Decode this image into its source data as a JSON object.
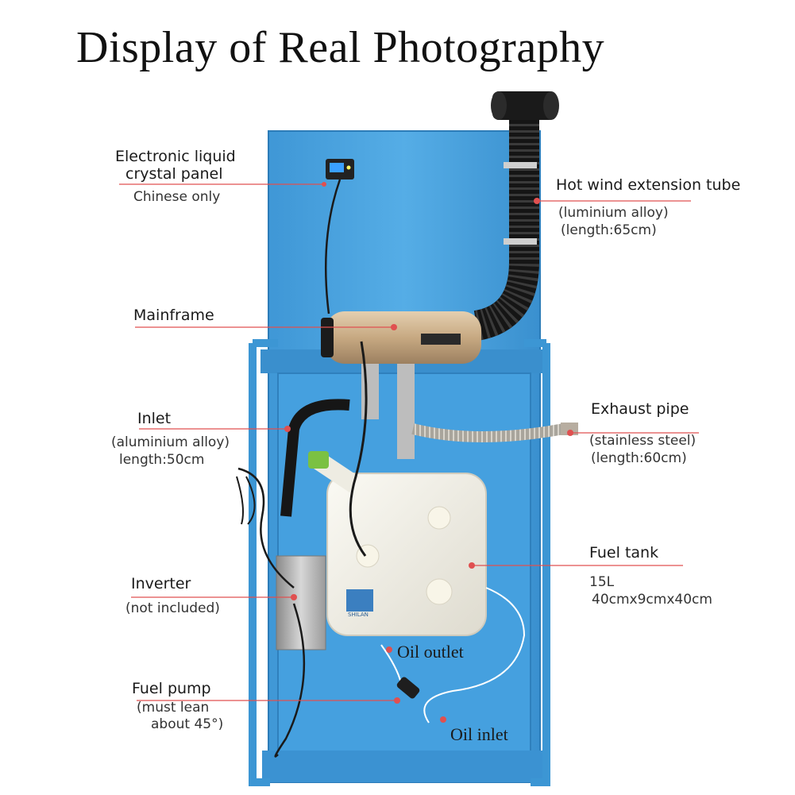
{
  "title": "Display of Real Photography",
  "labels": {
    "lcd_panel": {
      "line1": "Electronic liquid",
      "line2": "crystal panel",
      "note": "Chinese only"
    },
    "hot_wind_tube": {
      "name": "Hot wind extension tube",
      "material": "(luminium alloy)",
      "length": "(length:65cm)"
    },
    "mainframe": {
      "name": "Mainframe"
    },
    "exhaust_pipe": {
      "name": "Exhaust pipe",
      "material": "(stainless steel)",
      "length": "(length:60cm)"
    },
    "inlet": {
      "name": "Inlet",
      "material": "(aluminium alloy)",
      "length": "length:50cm"
    },
    "fuel_tank": {
      "name": "Fuel tank",
      "capacity": "15L",
      "size": "40cmx9cmx40cm"
    },
    "inverter": {
      "name": "Inverter",
      "note": "(not included)"
    },
    "fuel_pump": {
      "name": "Fuel pump",
      "note1": "(must lean",
      "note2": "about 45°)"
    },
    "oil_outlet": "Oil outlet",
    "oil_inlet": "Oil inlet"
  },
  "tank_badge": "SHILAN",
  "colors": {
    "board": "#4aa3de",
    "board_dark": "#2f86c2",
    "frame": "#3d9ad6",
    "leader": "#e05050",
    "hose": "#1b1b1b",
    "mainframe": "#c9ad86",
    "tank": "#f1efe6",
    "green_cap": "#7bc142"
  }
}
